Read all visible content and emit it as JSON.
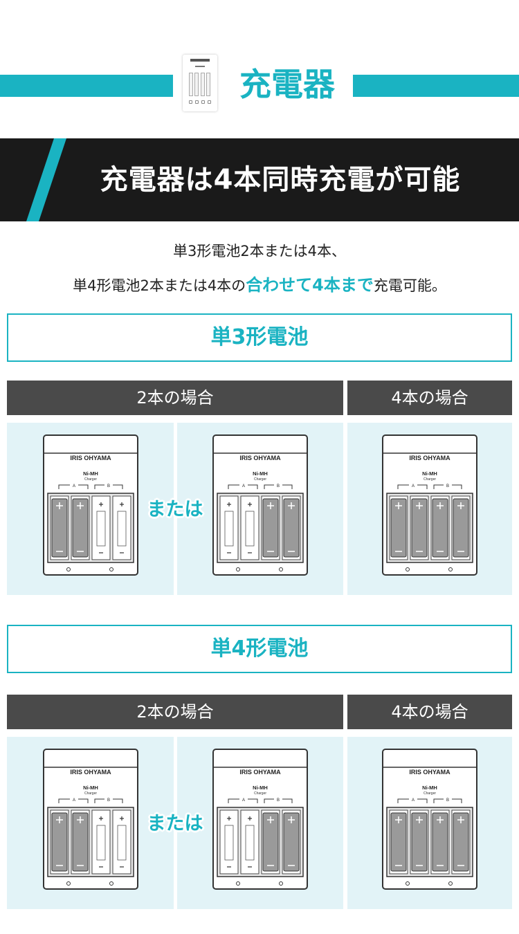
{
  "header": {
    "title": "充電器"
  },
  "banner": {
    "text": "充電器は4本同時充電が可能"
  },
  "description": {
    "line1": "単3形電池2本または4本、",
    "line2_pre": "単4形電池2本または4本の",
    "line2_highlight": "合わせて4本まで",
    "line2_post": "充電可能。"
  },
  "sections": [
    {
      "title": "単3形電池",
      "label_two": "2本の場合",
      "label_four": "4本の場合",
      "or_text": "または"
    },
    {
      "title": "単4形電池",
      "label_two": "2本の場合",
      "label_four": "4本の場合",
      "or_text": "または"
    }
  ],
  "charger": {
    "brand": "IRIS OHYAMA",
    "model": "Ni-MH",
    "sub": "Charger",
    "slot_a": "A",
    "slot_b": "B"
  },
  "colors": {
    "accent": "#1ab3c2",
    "banner_bg": "#1a1a1a",
    "label_bg": "#4a4a4a",
    "panel_bg": "#e2f3f7",
    "battery_gray": "#9a9a9a"
  }
}
